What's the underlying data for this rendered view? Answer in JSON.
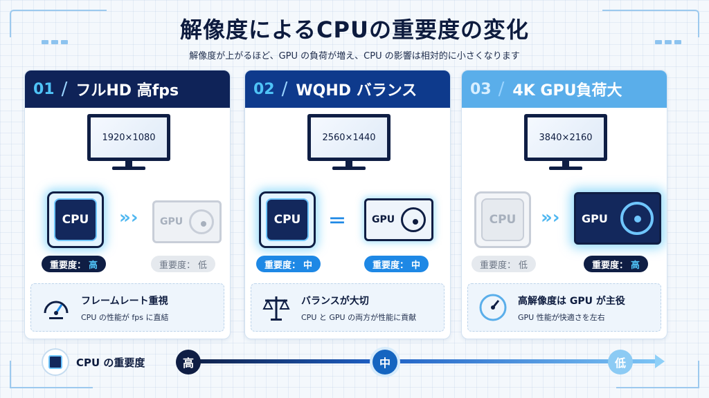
{
  "title": "解像度によるCPUの重要度の変化",
  "subtitle": "解像度が上がるほど、GPU の負荷が増え、CPU の影響は相対的に小さくなります",
  "cards": [
    {
      "num": "01",
      "heading": "フルHD 高fps",
      "resolution": "1920×1080",
      "cpu_label": "CPU",
      "gpu_label": "GPU",
      "relation_icon": "chevron-right-triple",
      "cpu_importance": {
        "label": "重要度：",
        "value": "高"
      },
      "gpu_importance": {
        "label": "重要度：",
        "value": "低"
      },
      "info_icon": "speedometer-icon",
      "info_title": "フレームレート重視",
      "info_text": "CPU の性能が fps に直結"
    },
    {
      "num": "02",
      "heading": "WQHD バランス",
      "resolution": "2560×1440",
      "cpu_label": "CPU",
      "gpu_label": "GPU",
      "relation_icon": "equals",
      "cpu_importance": {
        "label": "重要度：",
        "value": "中"
      },
      "gpu_importance": {
        "label": "重要度：",
        "value": "中"
      },
      "info_icon": "balance-scale-icon",
      "info_title": "バランスが大切",
      "info_text": "CPU と GPU の両方が性能に貢献"
    },
    {
      "num": "03",
      "heading": "4K GPU負荷大",
      "resolution": "3840×2160",
      "cpu_label": "CPU",
      "gpu_label": "GPU",
      "relation_icon": "chevron-right-triple",
      "cpu_importance": {
        "label": "重要度：",
        "value": "低"
      },
      "gpu_importance": {
        "label": "重要度：",
        "value": "高"
      },
      "info_icon": "gauge-icon",
      "info_title": "高解像度は GPU が主役",
      "info_text": "GPU 性能が快適さを左右"
    }
  ],
  "scale": {
    "label": "CPU の重要度",
    "high": "高",
    "mid": "中",
    "low": "低"
  },
  "colors": {
    "navy": "#0f1e44",
    "accent_cyan": "#4fc3f7",
    "mid_blue": "#1e88e5",
    "light_blue": "#5aaeea"
  }
}
